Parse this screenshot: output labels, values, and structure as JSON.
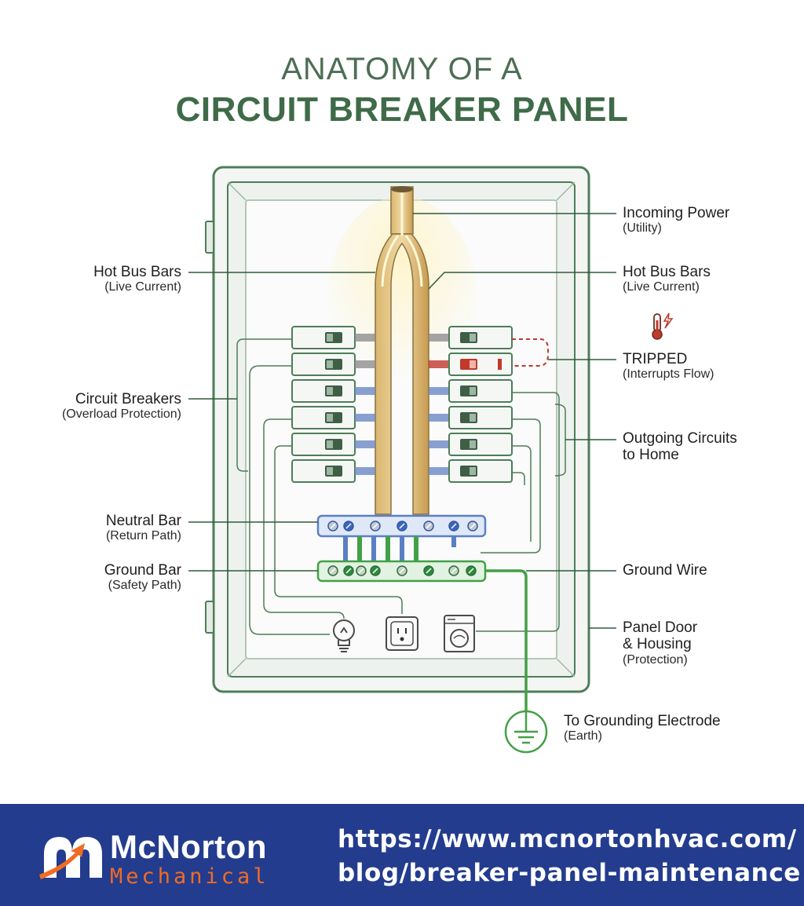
{
  "title": {
    "line1": "ANATOMY OF A",
    "line2": "CIRCUIT BREAKER PANEL"
  },
  "labels": {
    "incoming_power": {
      "main": "Incoming Power",
      "sub": "(Utility)"
    },
    "hot_bus_left": {
      "main": "Hot Bus Bars",
      "sub": "(Live Current)"
    },
    "hot_bus_right": {
      "main": "Hot Bus Bars",
      "sub": "(Live Current)"
    },
    "tripped": {
      "main": "TRIPPED",
      "sub": "(Interrupts Flow)"
    },
    "circuit_breakers": {
      "main": "Circuit Breakers",
      "sub": "(Overload Protection)"
    },
    "outgoing": {
      "main": "Outgoing Circuits",
      "sub": "to Home"
    },
    "neutral_bar": {
      "main": "Neutral Bar",
      "sub": "(Return Path)"
    },
    "ground_bar": {
      "main": "Ground Bar",
      "sub": "(Safety Path)"
    },
    "ground_wire": {
      "main": "Ground Wire"
    },
    "panel_door": {
      "main": "Panel Door",
      "main2": "& Housing",
      "sub": "(Protection)"
    },
    "grounding_electrode": {
      "main": "To Grounding Electrode",
      "sub": "(Earth)"
    }
  },
  "footer": {
    "brand": "McNorton",
    "brand_sub": "Mechanical",
    "url_line1": "https://www.mcnortonhvac.com/",
    "url_line2": "blog/breaker-panel-maintenance"
  },
  "icons": [
    "light-bulb-icon",
    "outlet-icon",
    "washing-machine-icon",
    "thermometer-icon",
    "lightning-icon",
    "earth-ground-icon",
    "mcnorton-logo-icon"
  ],
  "colors": {
    "title_green": "#3f6b48",
    "panel_green": "#4e7d58",
    "bus_gold": "#c8a05a",
    "neutral_blue": "#5b7fc4",
    "ground_green": "#43a047",
    "tripped_red": "#c0392b",
    "footer_blue": "#233c8e",
    "logo_orange": "#f26b22"
  }
}
